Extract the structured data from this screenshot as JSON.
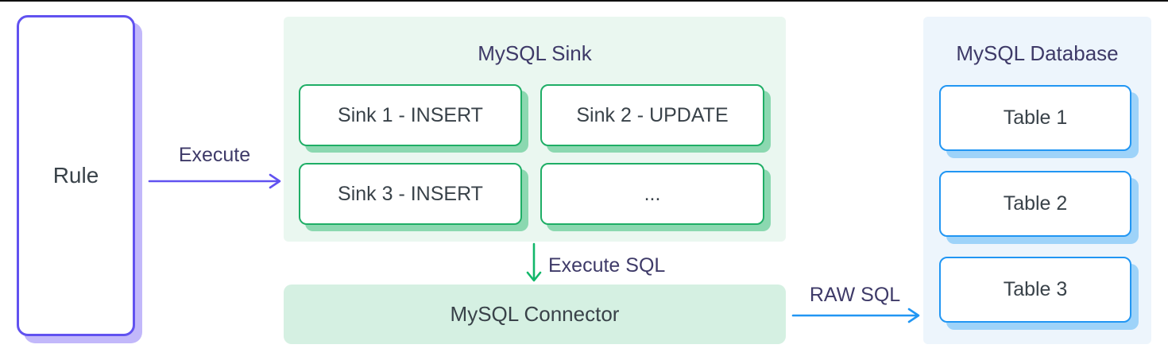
{
  "colors": {
    "purple": "#6152F0",
    "purple_shadow": "#C2B8FA",
    "green": "#1FAE66",
    "green_arrow": "#12B76A",
    "green_shadow": "#8BD8B0",
    "mint_bg": "#EAF7F0",
    "connector_bg": "#D5F0E2",
    "blue": "#2196F3",
    "blue_shadow": "#9ED3F9",
    "blue_bg": "#EDF5FC",
    "title_text": "#3E3A68",
    "box_text": "#394249"
  },
  "rule": {
    "label": "Rule"
  },
  "flow": {
    "execute_label": "Execute",
    "execute_sql_label": "Execute SQL",
    "raw_sql_label": "RAW SQL"
  },
  "sink": {
    "title": "MySQL Sink",
    "items": [
      "Sink 1 - INSERT",
      "Sink 2 - UPDATE",
      "Sink 3 - INSERT",
      "..."
    ]
  },
  "connector": {
    "label": "MySQL Connector"
  },
  "database": {
    "title": "MySQL Database",
    "tables": [
      "Table 1",
      "Table 2",
      "Table 3"
    ]
  }
}
